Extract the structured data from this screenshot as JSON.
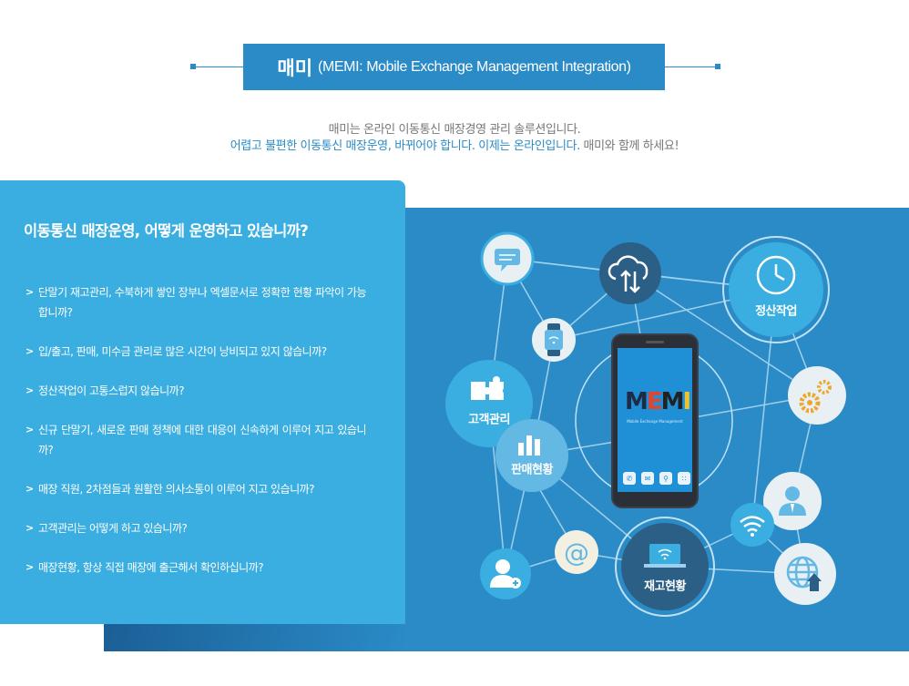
{
  "header": {
    "title_main": "매미",
    "title_sub": "(MEMI: Mobile Exchange Management Integration)"
  },
  "intro": {
    "line1": "매미는 온라인 이동통신 매장경영 관리 솔루션입니다.",
    "line2_a": "어렵고 불편한 이동통신 매장운영, 바뀌어야 합니다. 이제는 온라인입니다.",
    "line2_b": " 매미와 함께 하세요!"
  },
  "questions": {
    "heading": "이동통신 매장운영, 어떻게 운영하고 있습니까?",
    "items": [
      "단말기 재고관리, 수북하게 쌓인 장부나 엑셀문서로 정확한 현황 파악이 가능합니까?",
      "입/출고, 판매, 미수금 관리로 많은 시간이 낭비되고 있지 않습니까?",
      "정산작업이 고통스럽지 않습니까?",
      "신규 단말기, 새로운 판매 정책에 대한 대응이 신속하게 이루어 지고 있습니까?",
      "매장 직원, 2차점들과 원활한 의사소통이 이루어 지고 있습니까?",
      "고객관리는 어떻게 하고 있습니까?",
      "매장현황, 항상 직접 매장에 출근해서 확인하십니까?"
    ]
  },
  "diagram": {
    "labels": {
      "settlement": "정산작업",
      "customer": "고객관리",
      "sales": "판매현황",
      "inventory": "재고현황"
    },
    "phone": {
      "logo": [
        "M",
        "E",
        "M",
        "I"
      ],
      "logo_sub": "Mobile Exchange Management"
    }
  },
  "colors": {
    "primary": "#2a8bc7",
    "panel": "#3aaee0",
    "node_light": "#e9f0f4",
    "node_mid": "#63b8e4",
    "node_dark": "#2c5f86"
  }
}
